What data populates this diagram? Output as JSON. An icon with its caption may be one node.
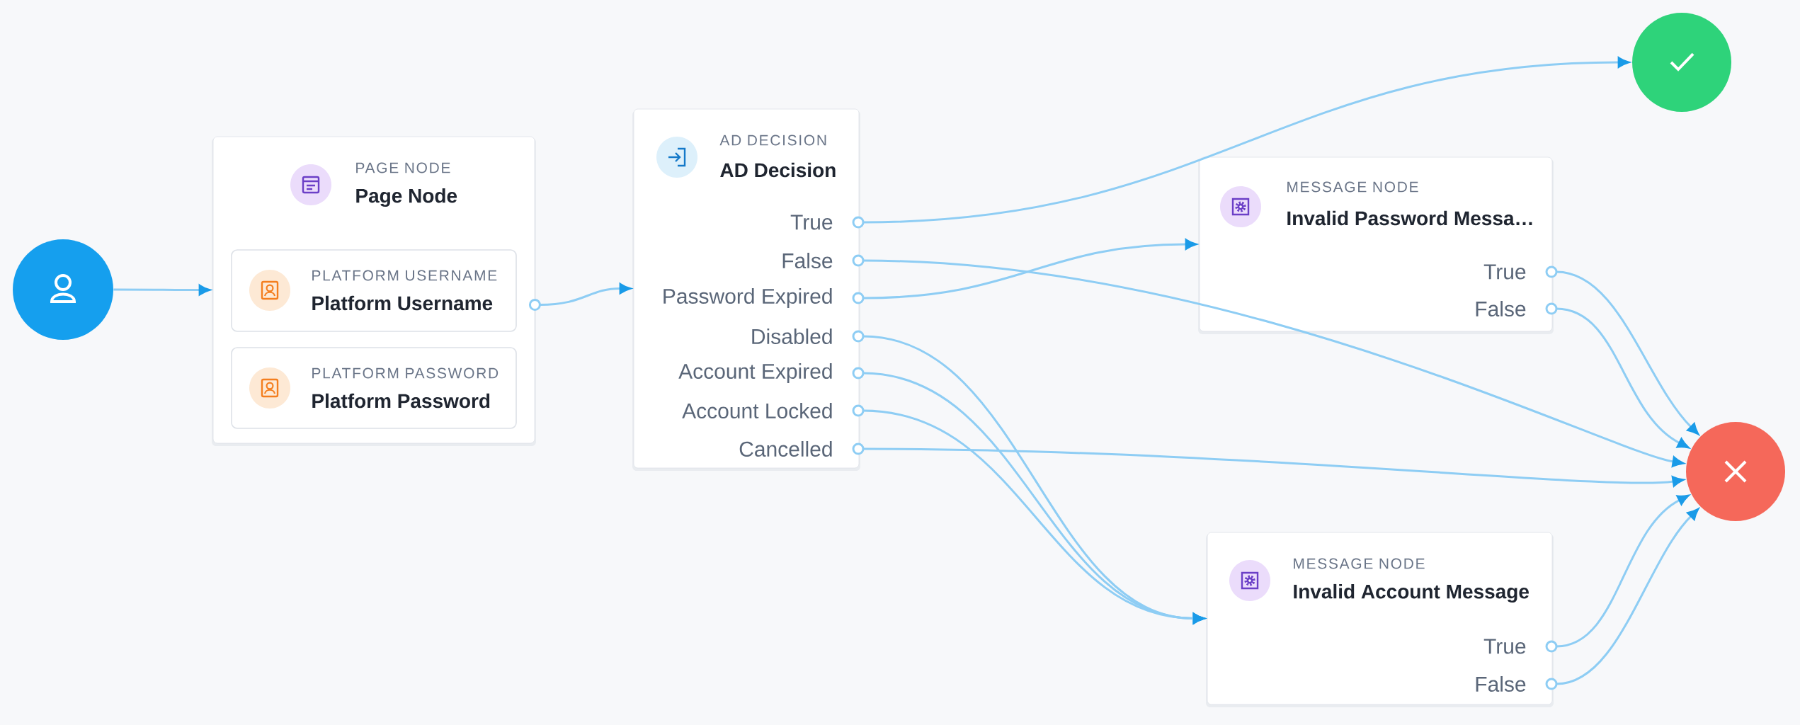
{
  "diagram": {
    "nodes": [
      {
        "text": [],
        "shape": "circle"
      },
      {
        "text": [
          "PAGE NODE",
          "Page Node"
        ]
      },
      {
        "text": [
          "PLATFORM USERNAME",
          "Platform Username"
        ],
        "in": 1
      },
      {
        "text": [
          "PLATFORM PASSWORD",
          "Platform Password"
        ],
        "in": 1
      },
      {
        "text": [
          "AD DECISION",
          "AD Decision"
        ]
      },
      {
        "text": [
          "True"
        ],
        "in": 4
      },
      {
        "text": [
          "False"
        ],
        "in": 4
      },
      {
        "text": [
          "Password Expired"
        ],
        "in": 4
      },
      {
        "text": [
          "Disabled"
        ],
        "in": 4
      },
      {
        "text": [
          "Account Expired"
        ],
        "in": 4
      },
      {
        "text": [
          "Account Locked"
        ],
        "in": 4
      },
      {
        "text": [
          "Cancelled"
        ],
        "in": 4
      },
      {
        "text": [
          "MESSAGE NODE",
          "Invalid Password Messa…"
        ]
      },
      {
        "text": [
          "True"
        ],
        "in": 12
      },
      {
        "text": [
          "False"
        ],
        "in": 12
      },
      {
        "text": [],
        "shape": "circle"
      },
      {
        "text": [
          "MESSAGE NODE",
          "Invalid Account Message"
        ]
      },
      {
        "text": [
          "True"
        ],
        "in": 16
      },
      {
        "text": [
          "False"
        ],
        "in": 16
      },
      {
        "text": [],
        "shape": "circle"
      }
    ],
    "edges": [
      {
        "from": 0,
        "to": 1,
        "arrow": "to"
      },
      {
        "from": 1,
        "to": 4,
        "arrow": "to"
      },
      {
        "from": 5,
        "to": 15,
        "arrow": "to"
      },
      {
        "from": 6,
        "to": 19,
        "arrow": "to"
      },
      {
        "from": 7,
        "to": 12,
        "arrow": "to"
      },
      {
        "from": 8,
        "to": 16,
        "arrow": "to"
      },
      {
        "from": 9,
        "to": 16,
        "arrow": "to"
      },
      {
        "from": 10,
        "to": 16,
        "arrow": "to"
      },
      {
        "from": 11,
        "to": 19,
        "arrow": "to"
      },
      {
        "from": 13,
        "to": 19,
        "arrow": "to"
      },
      {
        "from": 14,
        "to": 19,
        "arrow": "to"
      },
      {
        "from": 17,
        "to": 19,
        "arrow": "to"
      },
      {
        "from": 18,
        "to": 19,
        "arrow": "to"
      }
    ]
  }
}
